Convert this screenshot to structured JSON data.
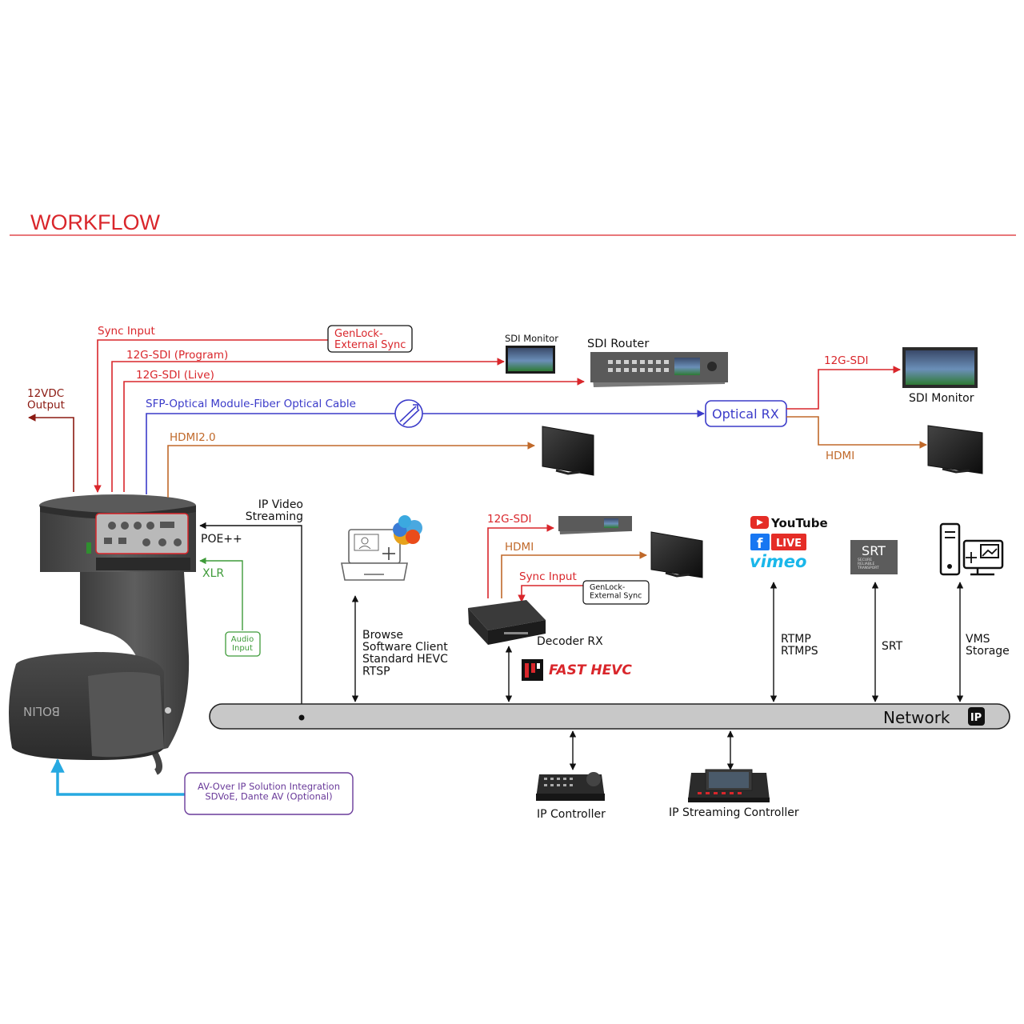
{
  "title": "WORKFLOW",
  "colors": {
    "red": "#d9262b",
    "darkred": "#8b1a12",
    "blue": "#3b3bc9",
    "orange": "#c0692a",
    "green": "#3f9b3a",
    "cyan": "#27a9e1",
    "purple": "#6a3b9a",
    "black": "#111111",
    "network_fill": "#c8c8c8"
  },
  "camera": {
    "brand": "BOLIN"
  },
  "links": {
    "power_out": "12VDC\nOutput",
    "sync_input": "Sync Input",
    "sdi_program": "12G-SDI (Program)",
    "sdi_live": "12G-SDI (Live)",
    "sfp_optical": "SFP-Optical Module-Fiber Optical Cable",
    "hdmi20": "HDMI2.0",
    "ip_video": "IP Video\nStreaming",
    "poe": "POE++",
    "xlr": "XLR",
    "audio_input": "Audio\nInput",
    "av_over_ip": "AV-Over IP Solution Integration\nSDVoE, Dante AV  (Optional)"
  },
  "genlock_top": "GenLock-\nExternal Sync",
  "sdi_monitor_small": "SDI Monitor",
  "sdi_router": "SDI Router",
  "optical_rx": "Optical RX",
  "rx_sdi": "12G-SDI",
  "rx_hdmi": "HDMI",
  "sdi_monitor_right": "SDI Monitor",
  "browse": "Browse\nSoftware Client\nStandard HEVC\nRTSP",
  "decoder": {
    "sdi": "12G-SDI",
    "hdmi": "HDMI",
    "sync": "Sync Input",
    "genlock": "GenLock-\nExternal Sync",
    "label": "Decoder RX",
    "fast_hevc": "FAST HEVC"
  },
  "platforms": {
    "youtube": "YouTube",
    "facebook": "f",
    "live": "LIVE",
    "vimeo": "vimeo"
  },
  "rtmp": "RTMP\nRTMPS",
  "srt_logo": "SRT",
  "srt_sub": "SECURE\nRELIABLE\nTRANSPORT",
  "srt": "SRT",
  "vms": "VMS\nStorage",
  "network": "Network",
  "network_badge": "IP",
  "ip_controller": "IP Controller",
  "ip_streaming_controller": "IP Streaming Controller"
}
